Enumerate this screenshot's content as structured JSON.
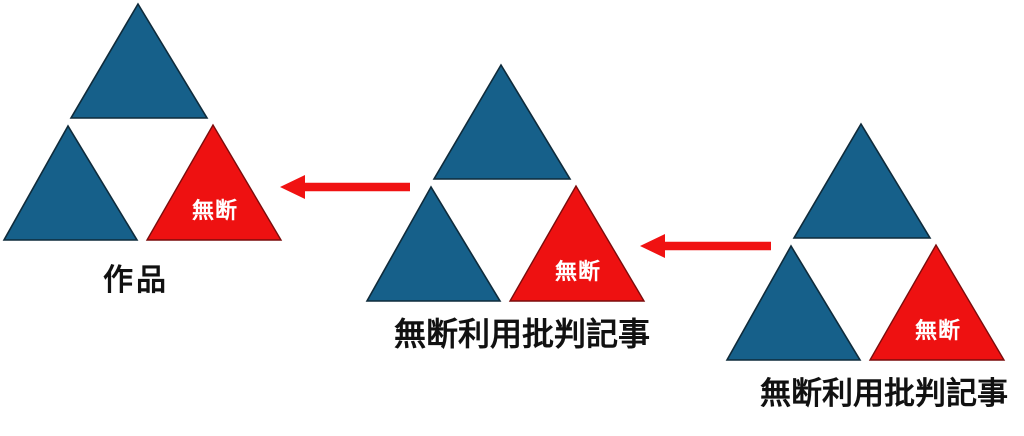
{
  "diagram": {
    "description_note": "",
    "colors": {
      "background": "#ffffff",
      "triangle_blue": "#16608a",
      "triangle_blue_stroke": "#0f2b3b",
      "triangle_red": "#ee1111",
      "triangle_red_stroke": "#7a0c0c",
      "arrow_red": "#f01212",
      "label_text": "#111111",
      "badge_text": "#ffffff"
    },
    "groups": [
      {
        "label": "作品",
        "badge": "無断"
      },
      {
        "label": "無断利用批判記事",
        "badge": "無断"
      },
      {
        "label": "無断利用批判記事",
        "badge": "無断"
      }
    ],
    "arrows": [
      {
        "name": "arrow-middle-to-left",
        "direction": "left"
      },
      {
        "name": "arrow-right-to-middle",
        "direction": "left"
      }
    ]
  }
}
